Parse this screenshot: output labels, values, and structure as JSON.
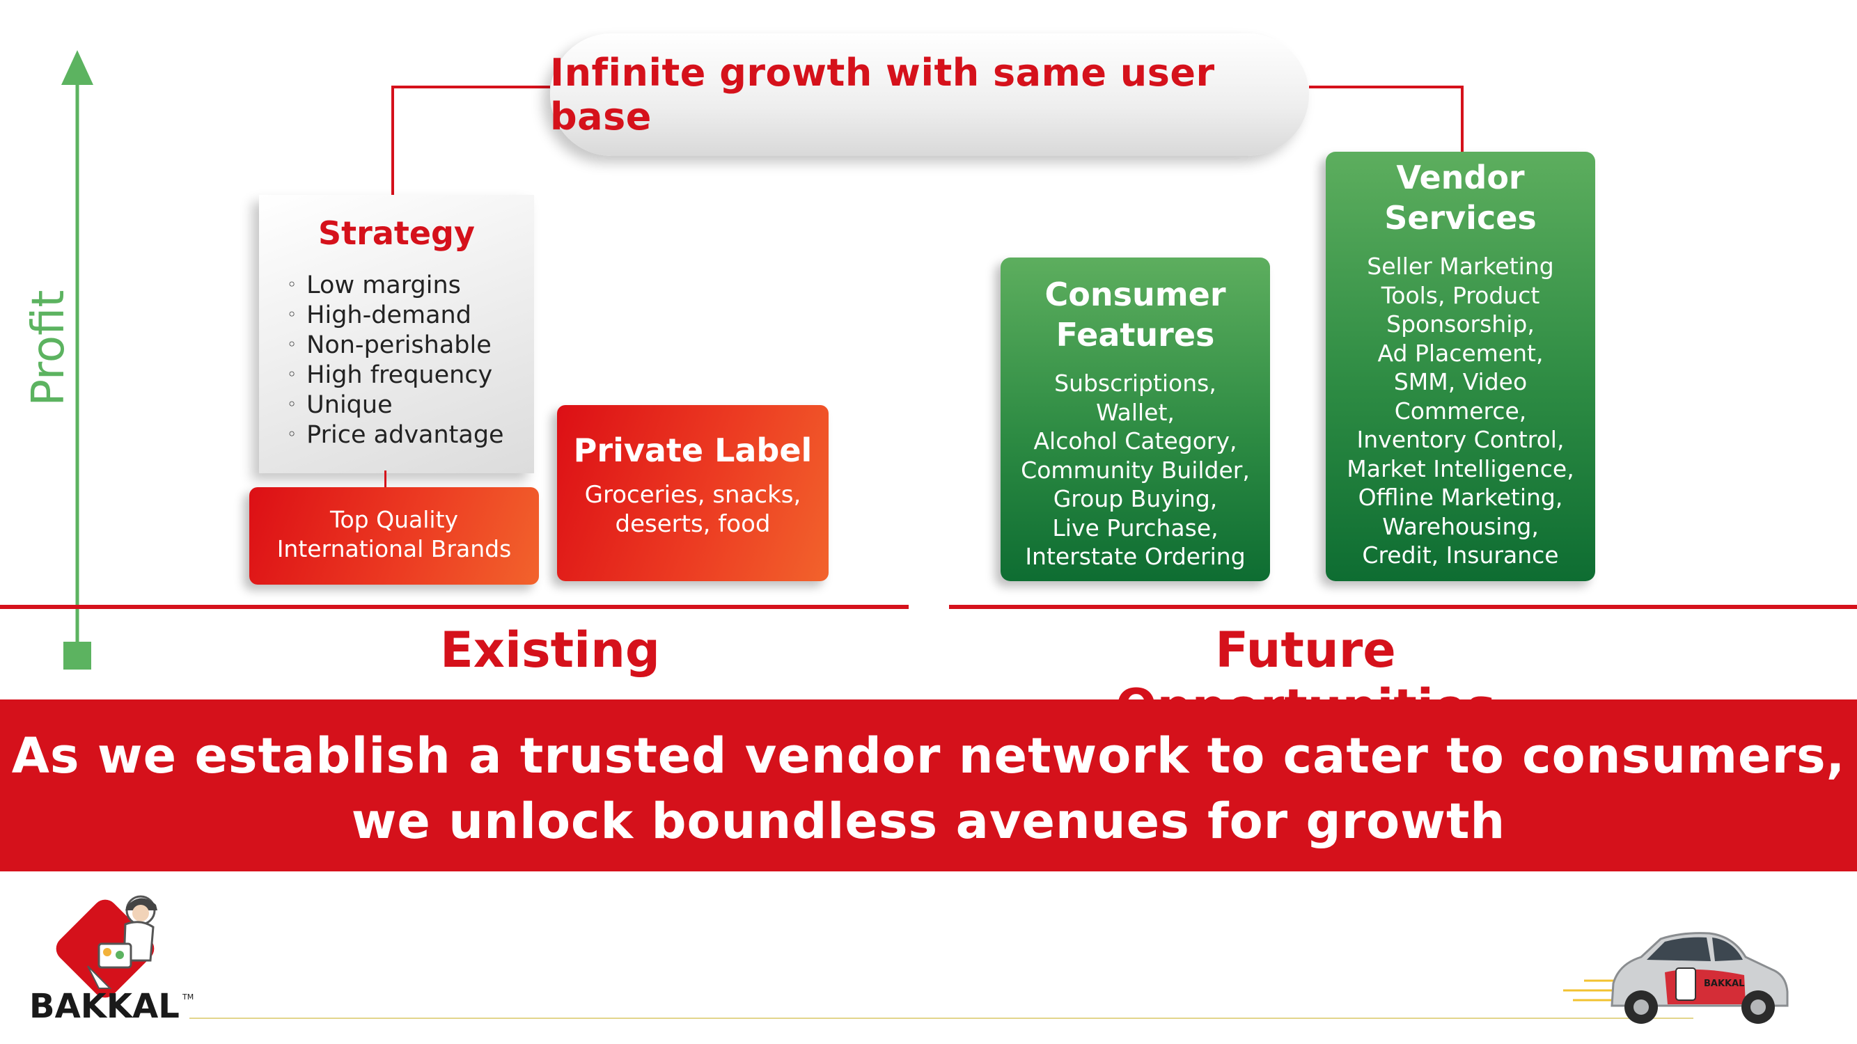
{
  "axis": {
    "label": "Profit",
    "color": "#5cb360"
  },
  "headline": {
    "text": "Infinite growth with same user base"
  },
  "strategy": {
    "title": "Strategy",
    "items": [
      "Low margins",
      "High-demand",
      "Non-perishable",
      "High frequency",
      "Unique",
      "Price advantage"
    ]
  },
  "top_quality": {
    "line1": "Top Quality",
    "line2": "International Brands"
  },
  "private_label": {
    "title": "Private Label",
    "line1": "Groceries, snacks,",
    "line2": "deserts, food"
  },
  "consumer_features": {
    "title_line1": "Consumer",
    "title_line2": "Features",
    "lines": [
      "Subscriptions,",
      "Wallet,",
      "Alcohol Category,",
      "Community Builder,",
      "Group Buying,",
      "Live Purchase,",
      "Interstate Ordering"
    ]
  },
  "vendor_services": {
    "title_line1": "Vendor",
    "title_line2": "Services",
    "lines": [
      "Seller Marketing",
      "Tools, Product",
      "Sponsorship,",
      "Ad Placement,",
      "SMM, Video",
      "Commerce,",
      "Inventory Control,",
      "Market Intelligence,",
      "Offline Marketing,",
      "Warehousing,",
      "Credit, Insurance"
    ]
  },
  "sections": {
    "existing": "Existing",
    "future": "Future Opportunities"
  },
  "banner": {
    "line1": "As we establish a trusted vendor network to cater to consumers,",
    "line2": "we unlock boundless avenues for growth"
  },
  "logo": {
    "text": "BAKKAL",
    "tm": "TM"
  },
  "car": {
    "decal": "BAKKAL"
  },
  "colors": {
    "brand_red": "#d5111b",
    "green": "#2d8b43",
    "axis_green": "#5cb360"
  }
}
